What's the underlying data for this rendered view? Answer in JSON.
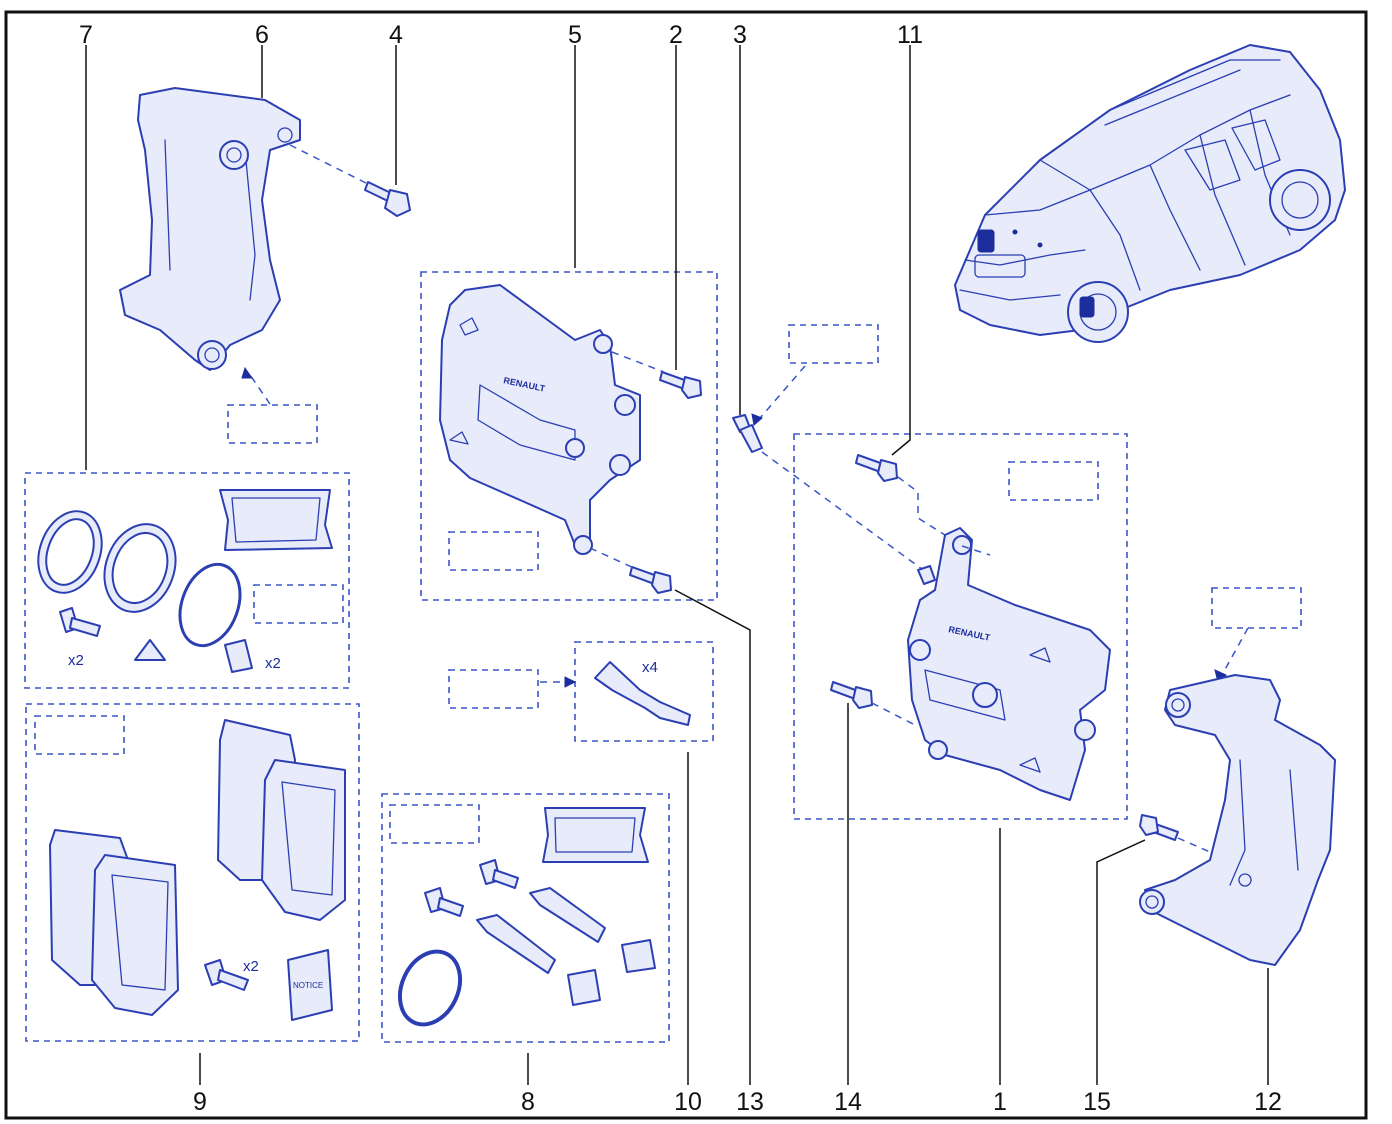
{
  "diagram": {
    "callouts": [
      "1",
      "2",
      "3",
      "4",
      "5",
      "6",
      "7",
      "8",
      "9",
      "10",
      "11",
      "12",
      "13",
      "14",
      "15"
    ],
    "quantities": {
      "seal_kit_bolt": "x2",
      "seal_kit_bushing": "x2",
      "clip_kit": "x4",
      "pad_kit_bolt": "x2"
    },
    "caliper_brand": "RENAULT",
    "booklet_label": "NOTICE",
    "colors": {
      "line": "#2b3fb3",
      "fill": "#e7ebfa",
      "callout": "#111111"
    }
  }
}
